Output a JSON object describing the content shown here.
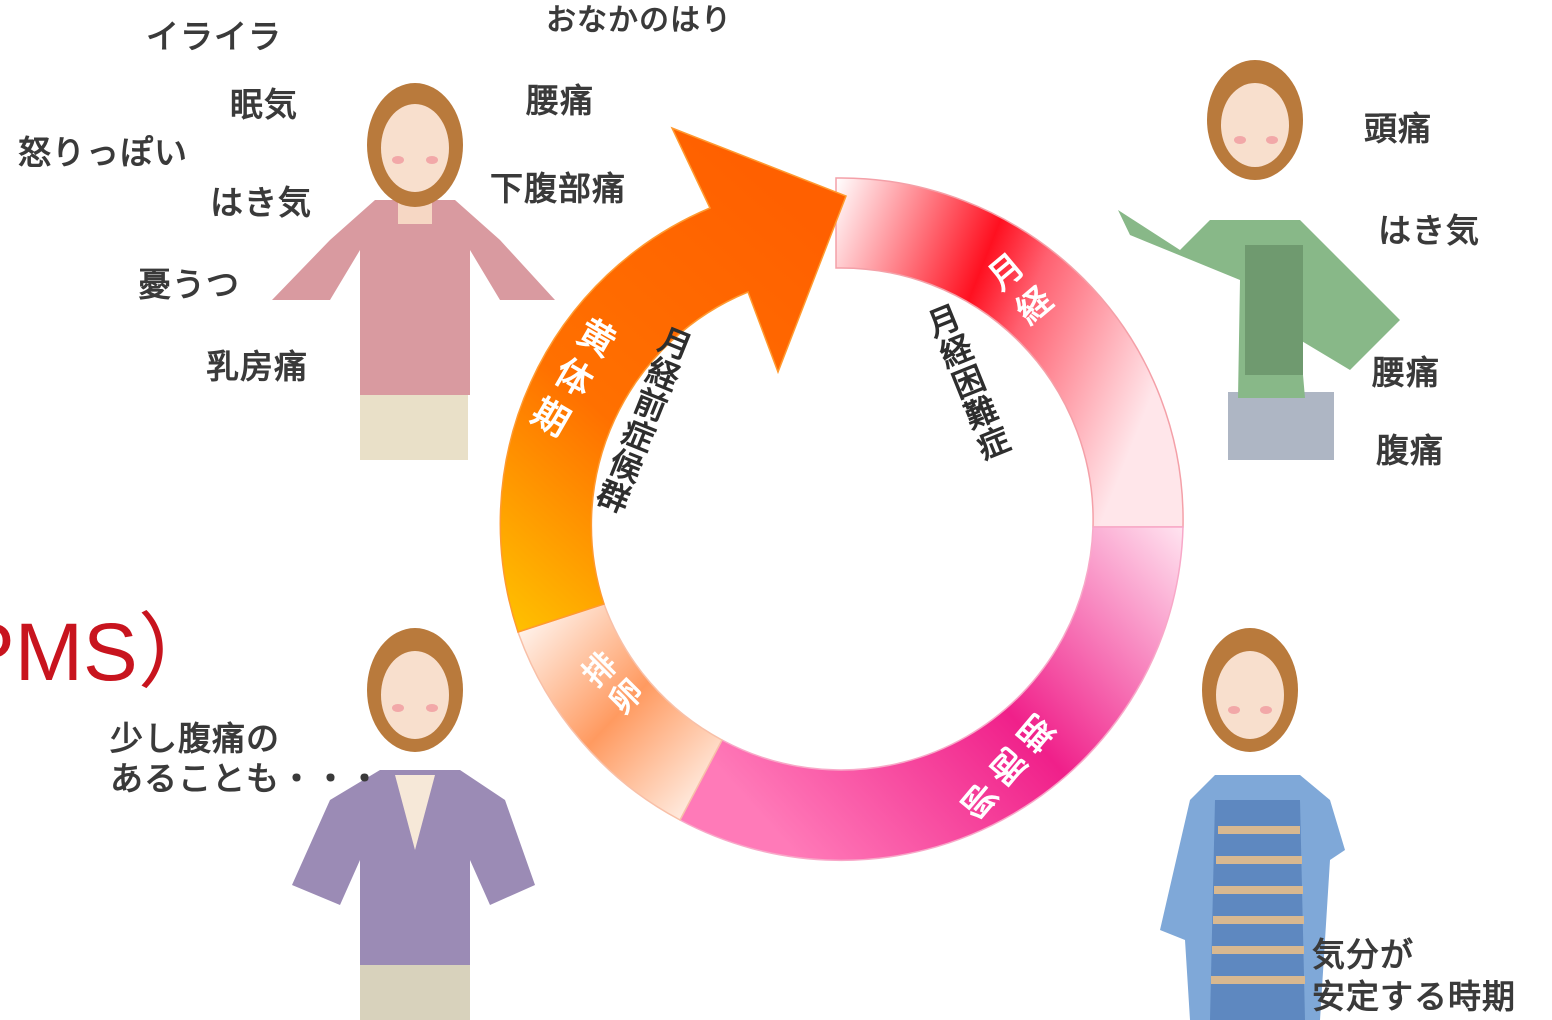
{
  "pms_fragment": "PMS）",
  "cycle": {
    "menstruation": "月経",
    "dysmenorrhea": "月経困難症",
    "luteal": "黄体期",
    "pms_jp": "月経前症候群",
    "ovulation": "排卵",
    "follicular": "卵胞期"
  },
  "luteal_symptoms": {
    "irritability": "イライラ",
    "abdominal_bloating": "おなかのはり",
    "sleepiness": "眠気",
    "back_pain": "腰痛",
    "anger": "怒りっぽい",
    "nausea": "はき気",
    "lower_abdominal_pain": "下腹部痛",
    "depression": "憂うつ",
    "breast_pain": "乳房痛"
  },
  "menstrual_symptoms": {
    "headache": "頭痛",
    "nausea": "はき気",
    "back_pain": "腰痛",
    "abdominal_pain": "腹痛"
  },
  "ovulation_note": [
    "少し腹痛の",
    "あることも・・・"
  ],
  "follicular_note": [
    "気分が",
    "安定する時期"
  ],
  "colors": {
    "pms_red": "#c8141e",
    "menstrual_red": "#e8001c",
    "luteal_orange": "#ff6a00",
    "luteal_yellow": "#ffc400",
    "follicular_pink": "#f0208a"
  }
}
